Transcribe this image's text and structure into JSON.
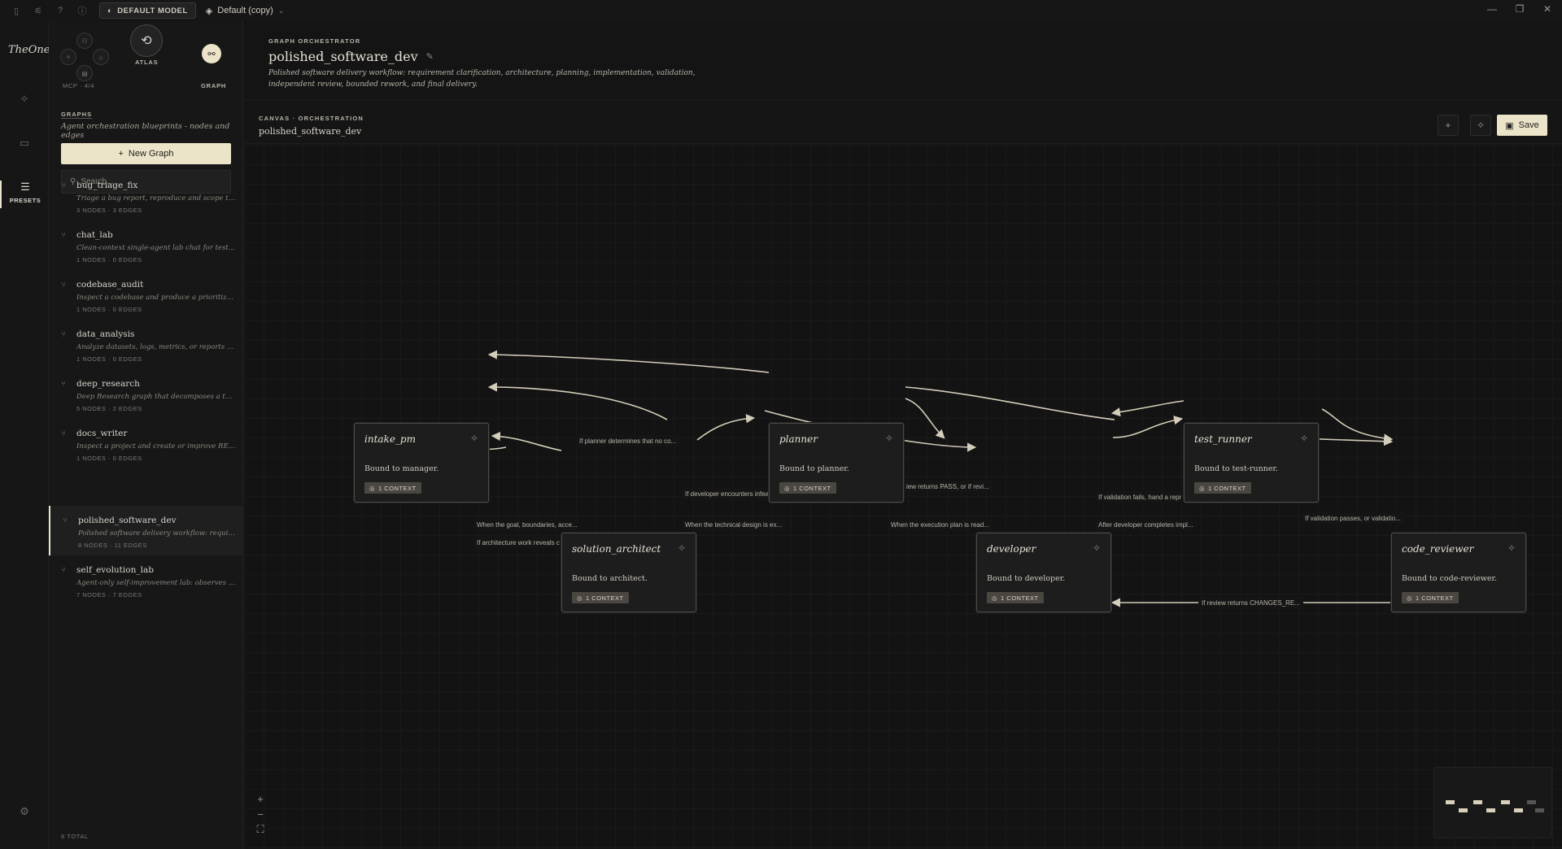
{
  "titlebar": {
    "model_chip": "DEFAULT MODEL",
    "preset": "Default (copy)"
  },
  "brand": "TheOne",
  "rail": {
    "presets_label": "PRESETS"
  },
  "sidebar": {
    "mcp_label": "MCP · 4/4",
    "atlas_label": "ATLAS",
    "graph_label": "GRAPH",
    "graphs_heading": "GRAPHS",
    "graphs_subtitle": "Agent orchestration blueprints - nodes and edges",
    "new_graph_label": "New Graph",
    "search_placeholder": "Search...",
    "items": [
      {
        "name": "bug_triage_fix",
        "desc": "Triage a bug report, reproduce and scope the issu...",
        "meta": "3 NODES · 3 EDGES"
      },
      {
        "name": "chat_lab",
        "desc": "Clean-context single-agent lab chat for testing...",
        "meta": "1 NODES · 0 EDGES"
      },
      {
        "name": "codebase_audit",
        "desc": "Inspect a codebase and produce a prioritized...",
        "meta": "1 NODES · 0 EDGES"
      },
      {
        "name": "data_analysis",
        "desc": "Analyze datasets, logs, metrics, or reports and...",
        "meta": "1 NODES · 0 EDGES"
      },
      {
        "name": "deep_research",
        "desc": "Deep Research graph that decomposes a topic, ru...",
        "meta": "5 NODES · 2 EDGES"
      },
      {
        "name": "docs_writer",
        "desc": "Inspect a project and create or improve READM...",
        "meta": "1 NODES · 0 EDGES"
      },
      {
        "name": "polished_software_dev",
        "desc": "Polished software delivery workflow: requiremen...",
        "meta": "8 NODES · 11 EDGES"
      },
      {
        "name": "self_evolution_lab",
        "desc": "Agent-only self-improvement lab: observes system...",
        "meta": "7 NODES · 7 EDGES"
      }
    ],
    "total": "8 TOTAL"
  },
  "header": {
    "kicker": "GRAPH ORCHESTRATOR",
    "title": "polished_software_dev",
    "description": "Polished software delivery workflow: requirement clarification, architecture, planning, implementation, validation, independent review, bounded rework, and final delivery."
  },
  "canvas_header": {
    "kicker": "CANVAS · ORCHESTRATION",
    "title": "polished_software_dev",
    "save_label": "Save"
  },
  "nodes": [
    {
      "title": "intake_pm",
      "bound": "Bound to manager.",
      "context": "1 CONTEXT"
    },
    {
      "title": "planner",
      "bound": "Bound to planner.",
      "context": "1 CONTEXT"
    },
    {
      "title": "test_runner",
      "bound": "Bound to test-runner.",
      "context": "1 CONTEXT"
    },
    {
      "title": "solution_architect",
      "bound": "Bound to architect.",
      "context": "1 CONTEXT"
    },
    {
      "title": "developer",
      "bound": "Bound to developer.",
      "context": "1 CONTEXT"
    },
    {
      "title": "code_reviewer",
      "bound": "Bound to code-reviewer.",
      "context": "1 CONTEXT"
    }
  ],
  "edge_labels": [
    "If planner determines that no co...",
    "If developer encounters infeasib...",
    "When the goal, boundaries, acce...",
    "When the technical design is ex...",
    "If architecture work reveals c",
    "iew returns PASS, or if revi...",
    "When the execution plan is read...",
    "If validation fails, hand a repr",
    "After developer completes impl...",
    "If validation passes, or validatio...",
    "If review returns CHANGES_RE..."
  ],
  "colors": {
    "accent": "#ece4c8",
    "background": "#141414",
    "edge": "#e9e2cc"
  }
}
